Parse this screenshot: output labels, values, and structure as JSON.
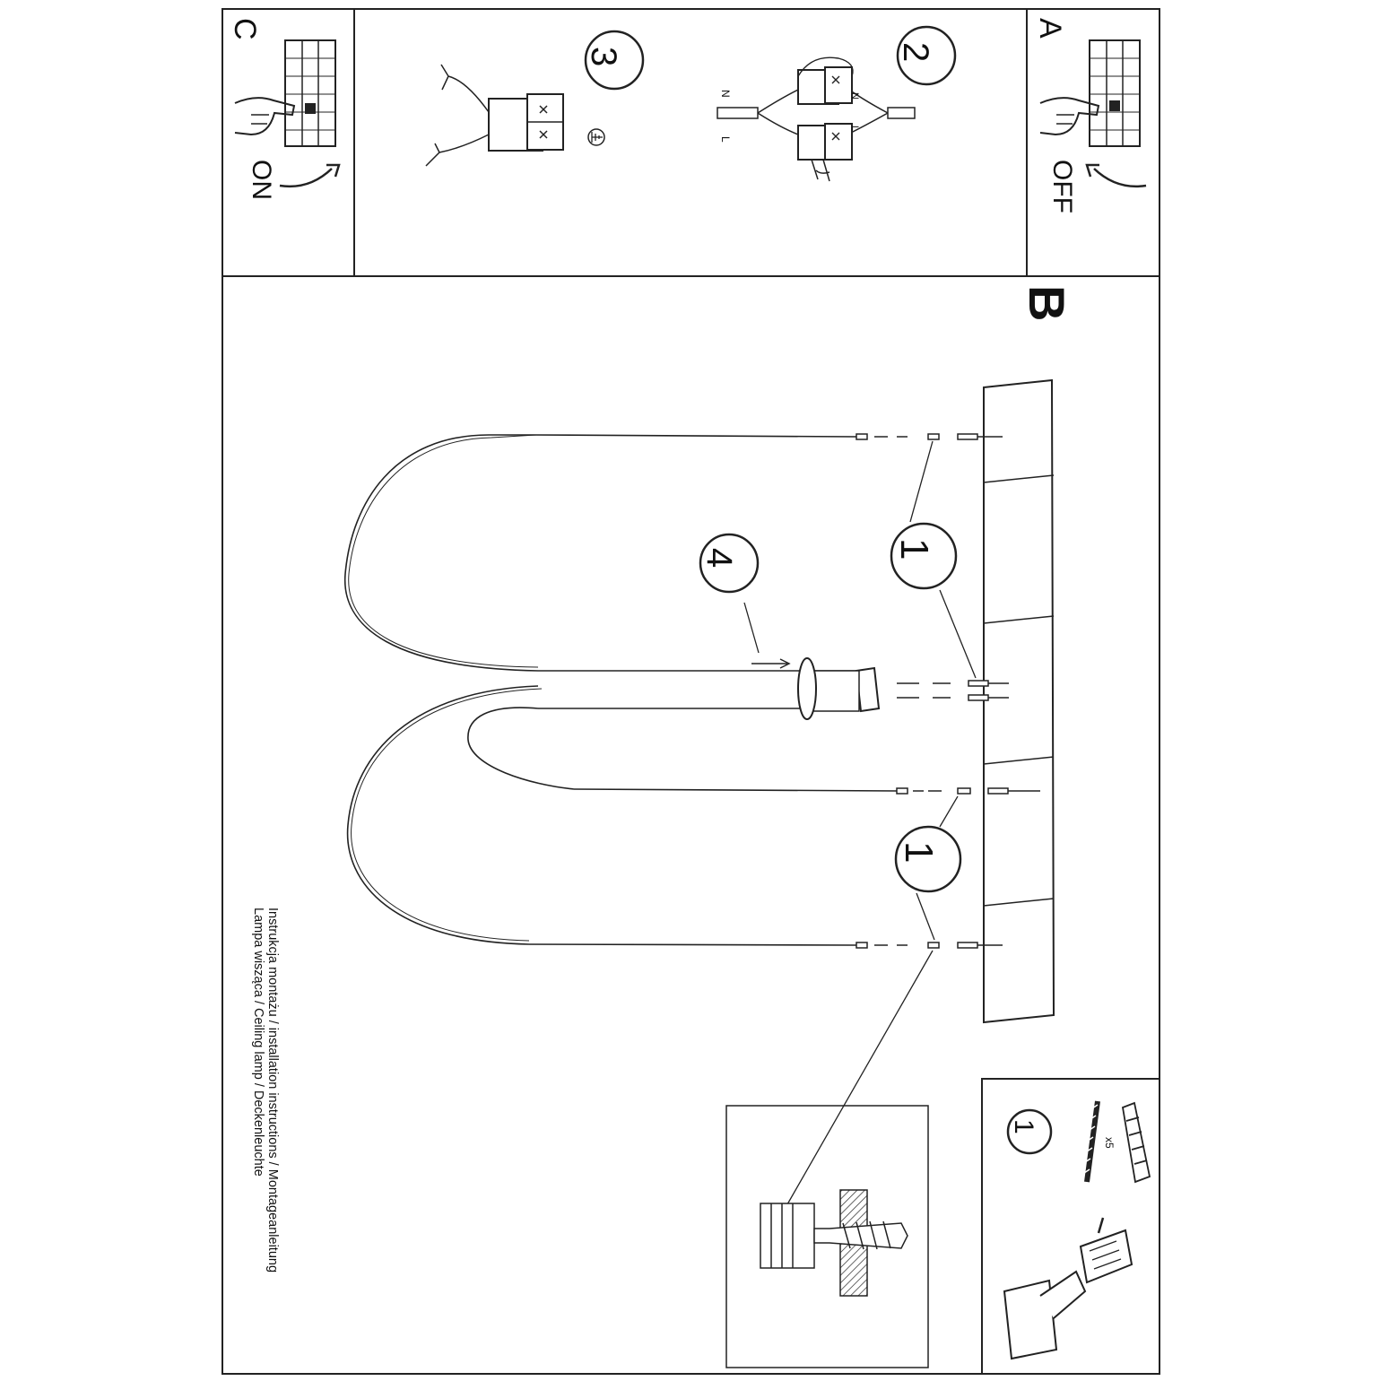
{
  "panels": {
    "a": {
      "letter": "A",
      "state": "OFF"
    },
    "b": {
      "letter": "B"
    },
    "c": {
      "letter": "C",
      "state": "ON"
    }
  },
  "steps": {
    "wiring": {
      "number": "2",
      "labels": {
        "n_left": "N",
        "l_left": "L",
        "n_right": "N",
        "l_right": "L"
      }
    },
    "ground": {
      "number": "3"
    },
    "anchor": {
      "number": "1"
    },
    "anchor_lower": {
      "number": "1"
    },
    "cover": {
      "number": "4"
    }
  },
  "kit": {
    "number": "1",
    "quantity": "x5"
  },
  "caption": {
    "line1": "Instrukcja montażu / installation instructions / Montageanleitung",
    "line2": "Lampa wisząca / Ceiling lamp / Deckenleuchte"
  }
}
